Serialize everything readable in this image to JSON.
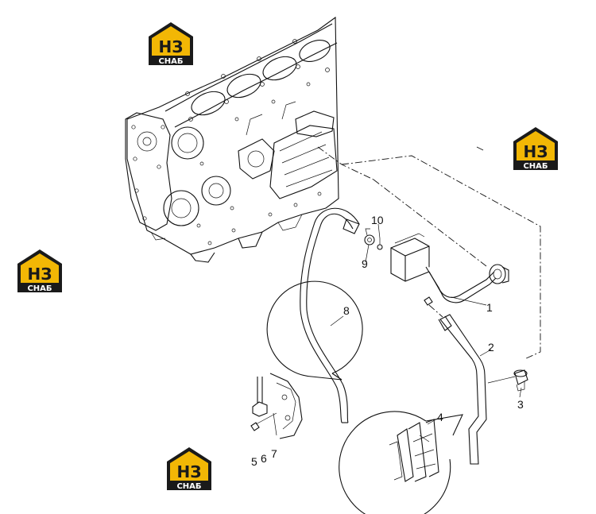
{
  "logos": [
    {
      "id": "logo-top-left",
      "main": "НЗ",
      "sub": "СНАБ"
    },
    {
      "id": "logo-top-right",
      "main": "НЗ",
      "sub": "СНАБ"
    },
    {
      "id": "logo-mid-left",
      "main": "НЗ",
      "sub": "СНАБ"
    },
    {
      "id": "logo-bottom-center",
      "main": "НЗ",
      "sub": "СНАБ"
    }
  ],
  "callouts": {
    "c1": "1",
    "c2": "2",
    "c3": "3",
    "c4": "4",
    "c5": "5",
    "c6": "6",
    "c7": "7",
    "c8": "8",
    "c9": "9",
    "c10": "10"
  },
  "colors": {
    "logo_black": "#1a1a1a",
    "logo_yellow": "#f2b705",
    "line": "#111111"
  }
}
